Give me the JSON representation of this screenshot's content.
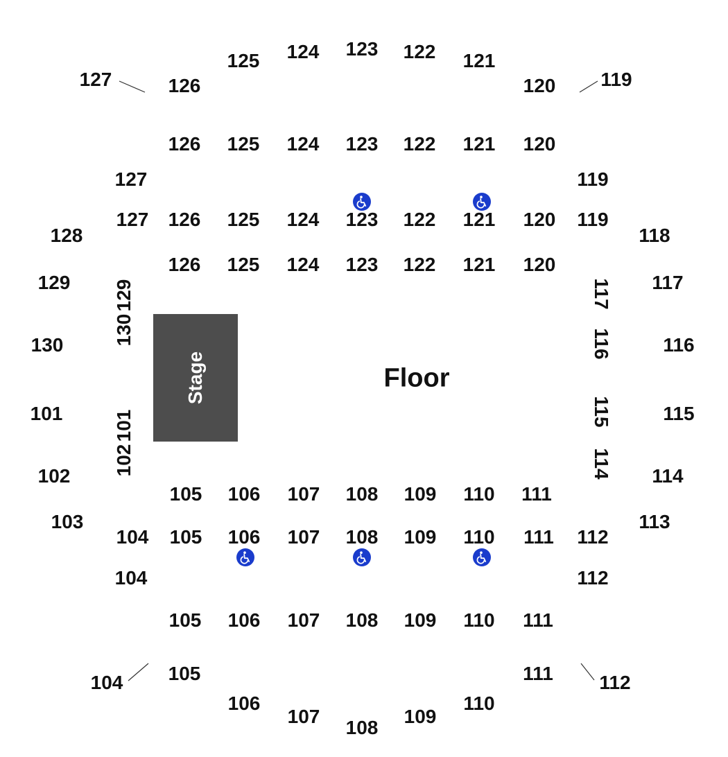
{
  "colors": {
    "background": "#ffffff",
    "text": "#111111",
    "stage_fill": "#4d4d4d",
    "stage_text": "#ffffff",
    "accessible_icon": "#1a3ccc"
  },
  "stage": {
    "label": "Stage"
  },
  "floor": {
    "label": "Floor"
  },
  "sections": {
    "s127a": "127",
    "s126a": "126",
    "s125a": "125",
    "s124a": "124",
    "s123a": "123",
    "s122a": "122",
    "s121a": "121",
    "s120a": "120",
    "s119a": "119",
    "s126b": "126",
    "s125b": "125",
    "s124b": "124",
    "s123b": "123",
    "s122b": "122",
    "s121b": "121",
    "s120b": "120",
    "s127b": "127",
    "s119b": "119",
    "s127c": "127",
    "s126c": "126",
    "s125c": "125",
    "s124c": "124",
    "s123c": "123",
    "s122c": "122",
    "s121c": "121",
    "s120c": "120",
    "s119c": "119",
    "s128": "128",
    "s118": "118",
    "s126d": "126",
    "s125d": "125",
    "s124d": "124",
    "s123d": "123",
    "s122d": "122",
    "s121d": "121",
    "s120d": "120",
    "s129": "129",
    "s117": "117",
    "s129r": "129",
    "s117r": "117",
    "s130": "130",
    "s116": "116",
    "s130r": "130",
    "s116r": "116",
    "s101": "101",
    "s115": "115",
    "s101r": "101",
    "s115r": "115",
    "s102": "102",
    "s114": "114",
    "s102r": "102",
    "s114r": "114",
    "s105a": "105",
    "s106a": "106",
    "s107a": "107",
    "s108a": "108",
    "s109a": "109",
    "s110a": "110",
    "s111a": "111",
    "s103": "103",
    "s113": "113",
    "s104a": "104",
    "s105b": "105",
    "s106b": "106",
    "s107b": "107",
    "s108b": "108",
    "s109b": "109",
    "s110b": "110",
    "s111b": "111",
    "s112a": "112",
    "s104b": "104",
    "s112b": "112",
    "s105c": "105",
    "s106c": "106",
    "s107c": "107",
    "s108c": "108",
    "s109c": "109",
    "s110c": "110",
    "s111c": "111",
    "s104c": "104",
    "s105d": "105",
    "s111d": "111",
    "s112c": "112",
    "s106d": "106",
    "s110d": "110",
    "s107d": "107",
    "s109d": "109",
    "s108d": "108"
  },
  "icons": {
    "accessible": "wheelchair-accessible-icon"
  }
}
